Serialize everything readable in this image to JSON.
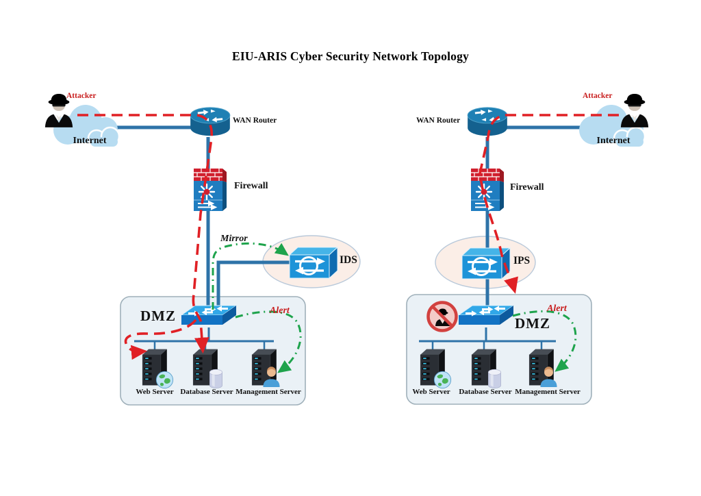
{
  "title": "EIU-ARIS Cyber Security Network Topology",
  "colors": {
    "attack_path_red": "#e02025",
    "alert_path_green": "#1ea34c",
    "link_blue": "#2e73a8",
    "label_red": "#c81d1d"
  },
  "left": {
    "attacker_label": "Attacker",
    "internet_label": "Internet",
    "wan_router_label": "WAN Router",
    "firewall_label": "Firewall",
    "mirror_label": "Mirror",
    "ids_label": "IDS",
    "dmz_label": "DMZ",
    "alert_label": "Alert",
    "servers": [
      {
        "label": "Web Server"
      },
      {
        "label": "Database Server"
      },
      {
        "label": "Management Server"
      }
    ]
  },
  "right": {
    "attacker_label": "Attacker",
    "internet_label": "Internet",
    "wan_router_label": "WAN Router",
    "firewall_label": "Firewall",
    "ips_label": "IPS",
    "dmz_label": "DMZ",
    "alert_label": "Alert",
    "servers": [
      {
        "label": "Web Server"
      },
      {
        "label": "Database Server"
      },
      {
        "label": "Management Server"
      }
    ]
  }
}
